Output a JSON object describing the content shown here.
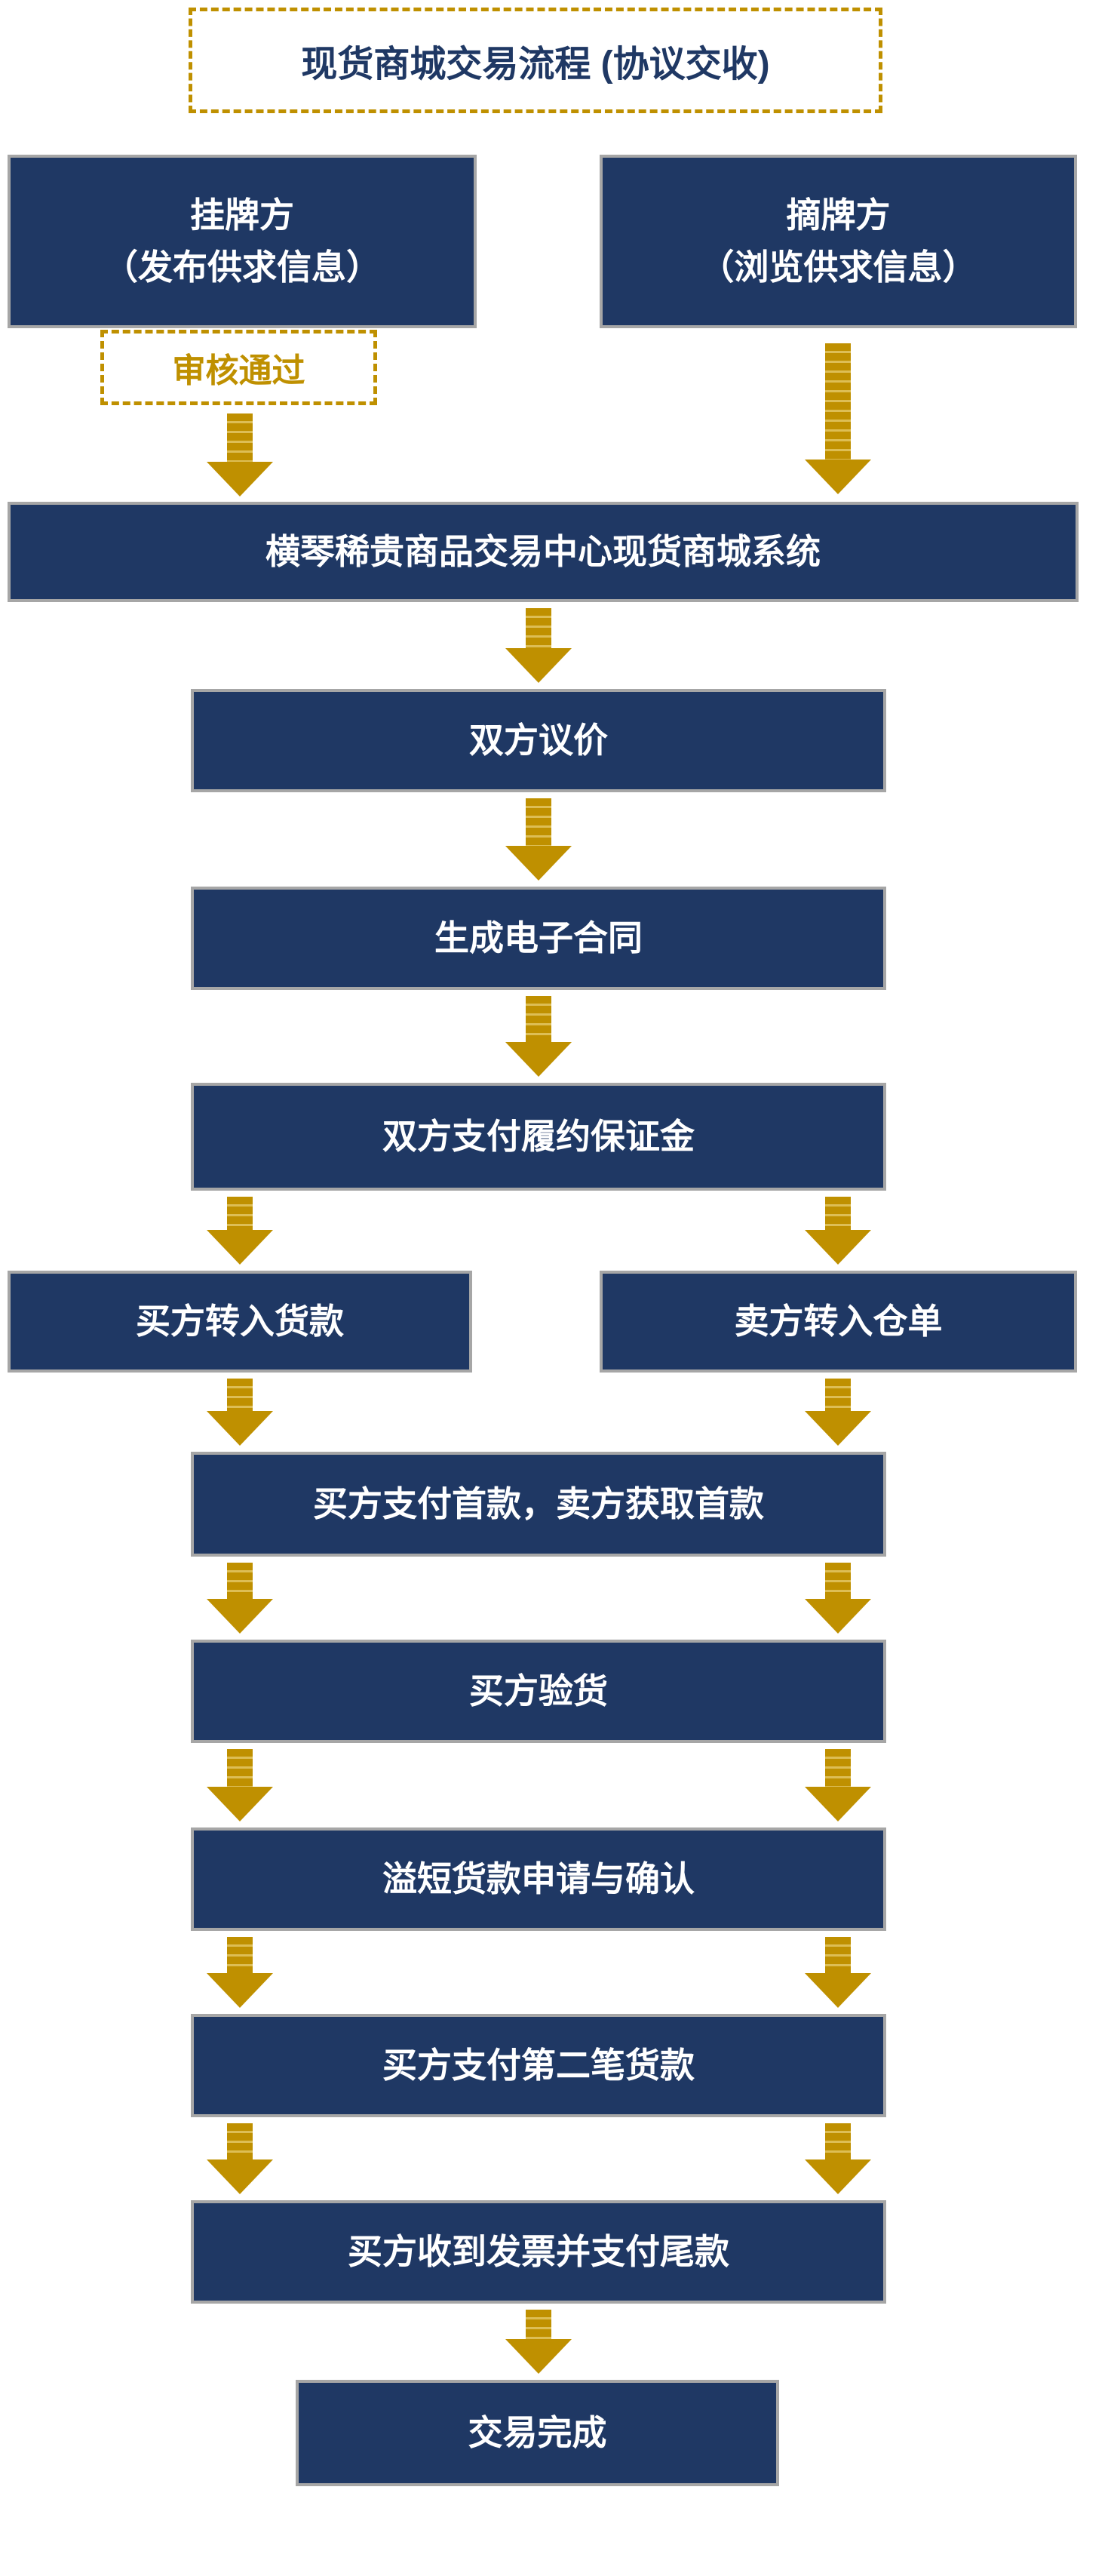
{
  "title": "现货商城交易流程 (协议交收)",
  "top_row": {
    "listing": {
      "line1": "挂牌方",
      "line2": "（发布供求信息）"
    },
    "delisting": {
      "line1": "摘牌方",
      "line2": "（浏览供求信息）"
    }
  },
  "audit": {
    "label": "审核通过"
  },
  "nodes": {
    "system": "横琴稀贵商品交易中心现货商城系统",
    "negotiation": "双方议价",
    "contract": "生成电子合同",
    "deposit": "双方支付履约保证金",
    "buyer_funds": "买方转入货款",
    "seller_warrant": "卖方转入仓单",
    "first_payment": "买方支付首款，卖方获取首款",
    "inspection": "买方验货",
    "adjustment": "溢短货款申请与确认",
    "second_payment": "买方支付第二笔货款",
    "final_payment": "买方收到发票并支付尾款",
    "complete": "交易完成"
  },
  "colors": {
    "node_fill": "#1F3864",
    "node_border": "#A6A6A6",
    "node_text": "#FFFFFF",
    "accent_gold": "#BF9000",
    "title_text": "#1F3864"
  }
}
